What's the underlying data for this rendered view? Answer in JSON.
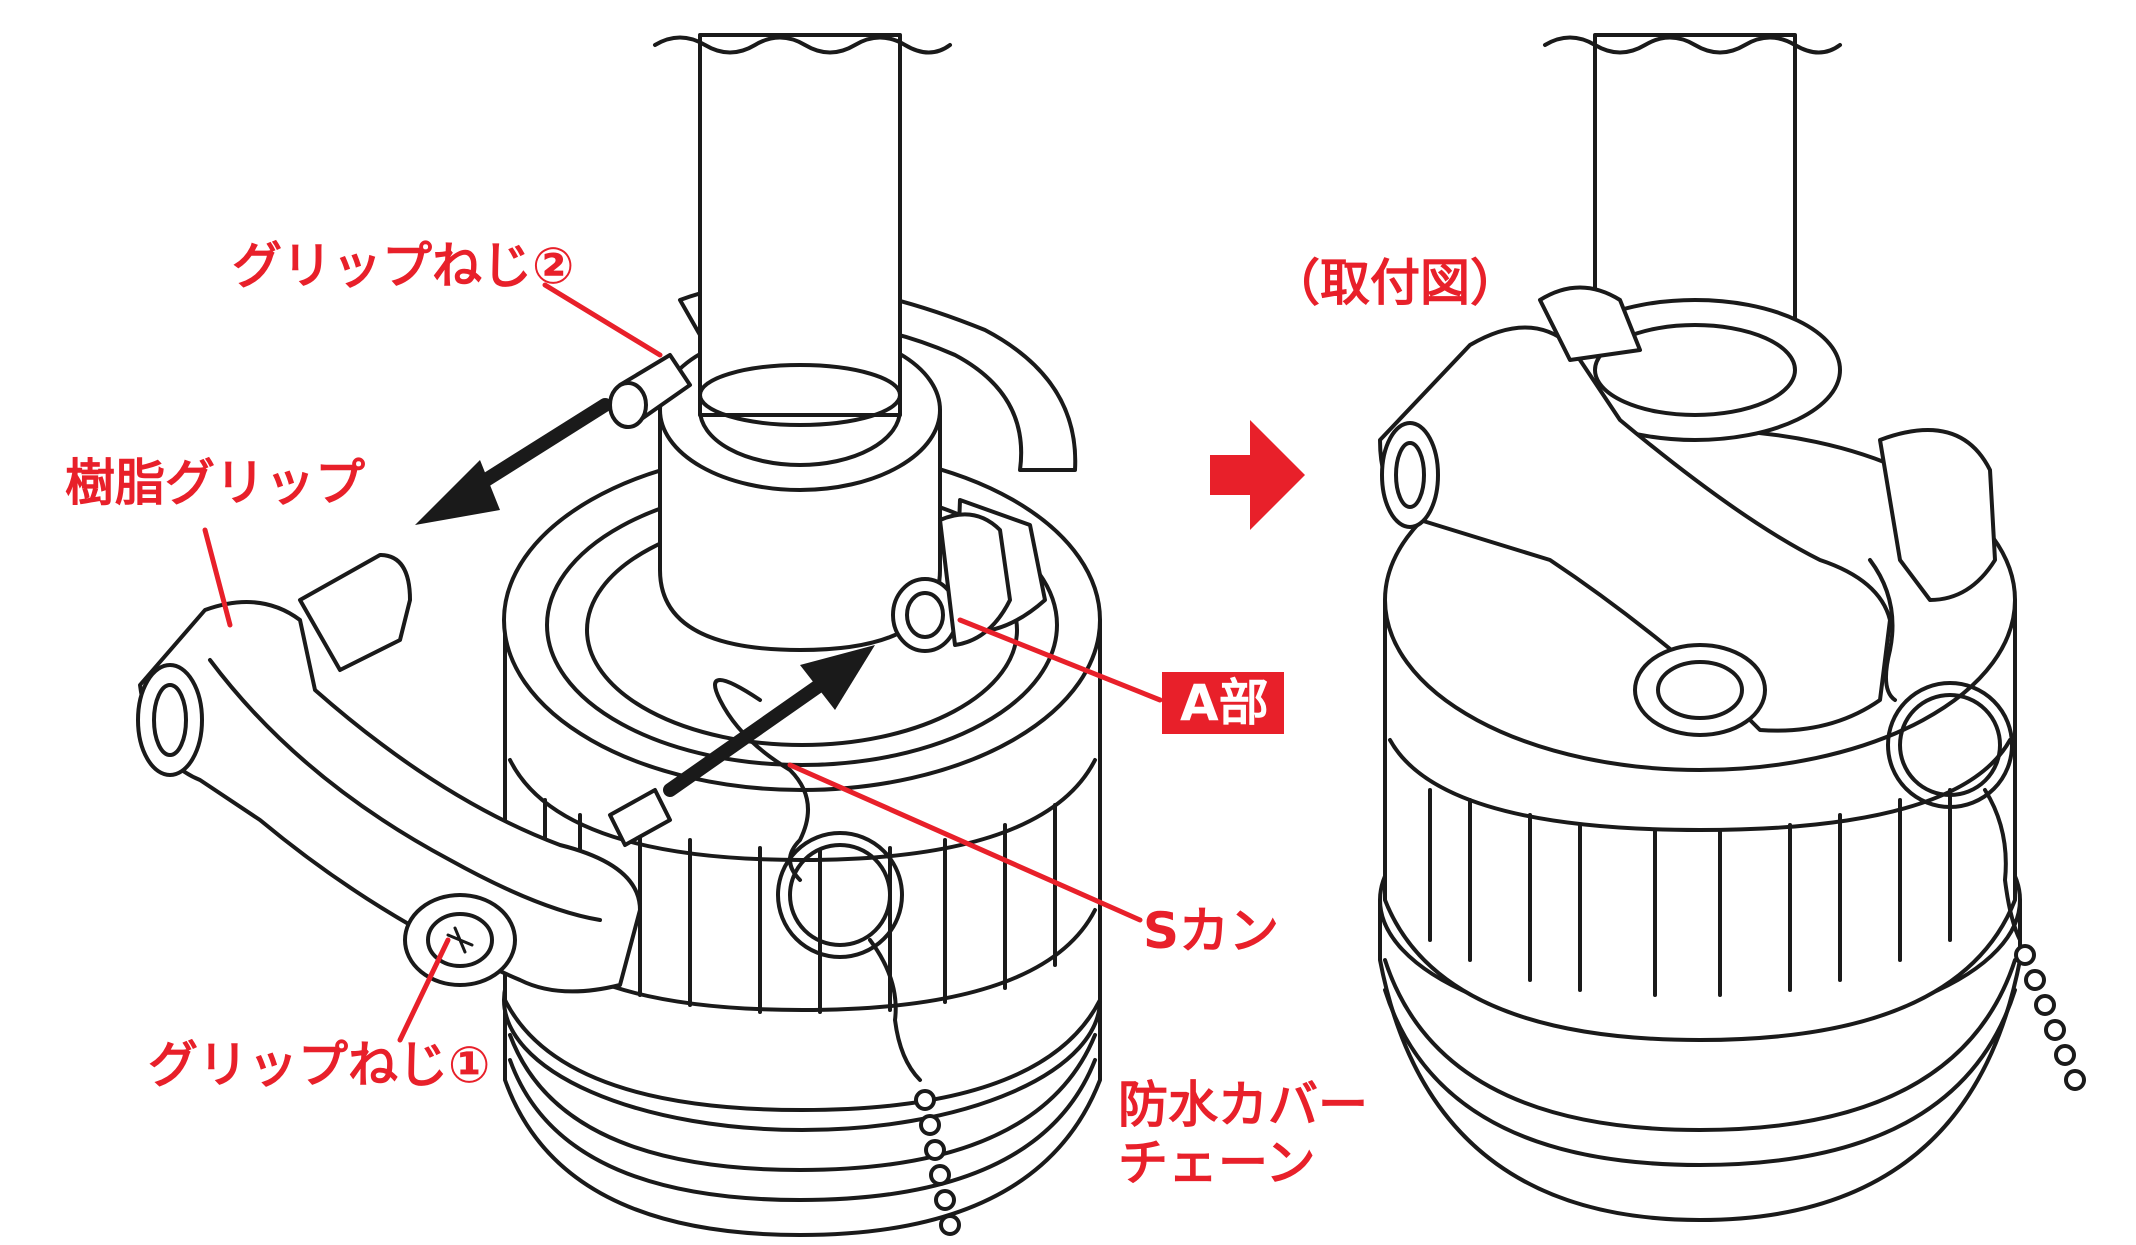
{
  "labels": {
    "grip_screw_2": "グリップねじ②",
    "resin_grip": "樹脂グリップ",
    "part_a": "A部",
    "s_kan": "Sカン",
    "grip_screw_1": "グリップねじ①",
    "waterproof_chain_line1": "防水カバー",
    "waterproof_chain_line2": "チェーン",
    "installed_view": "（取付図）"
  },
  "colors": {
    "accent": "#e8202a",
    "ink": "#1a1a1a",
    "background": "#ffffff"
  },
  "icons": {
    "direction_arrow": "right-arrow-icon",
    "motion_arrows": "double-arrow-icon"
  }
}
